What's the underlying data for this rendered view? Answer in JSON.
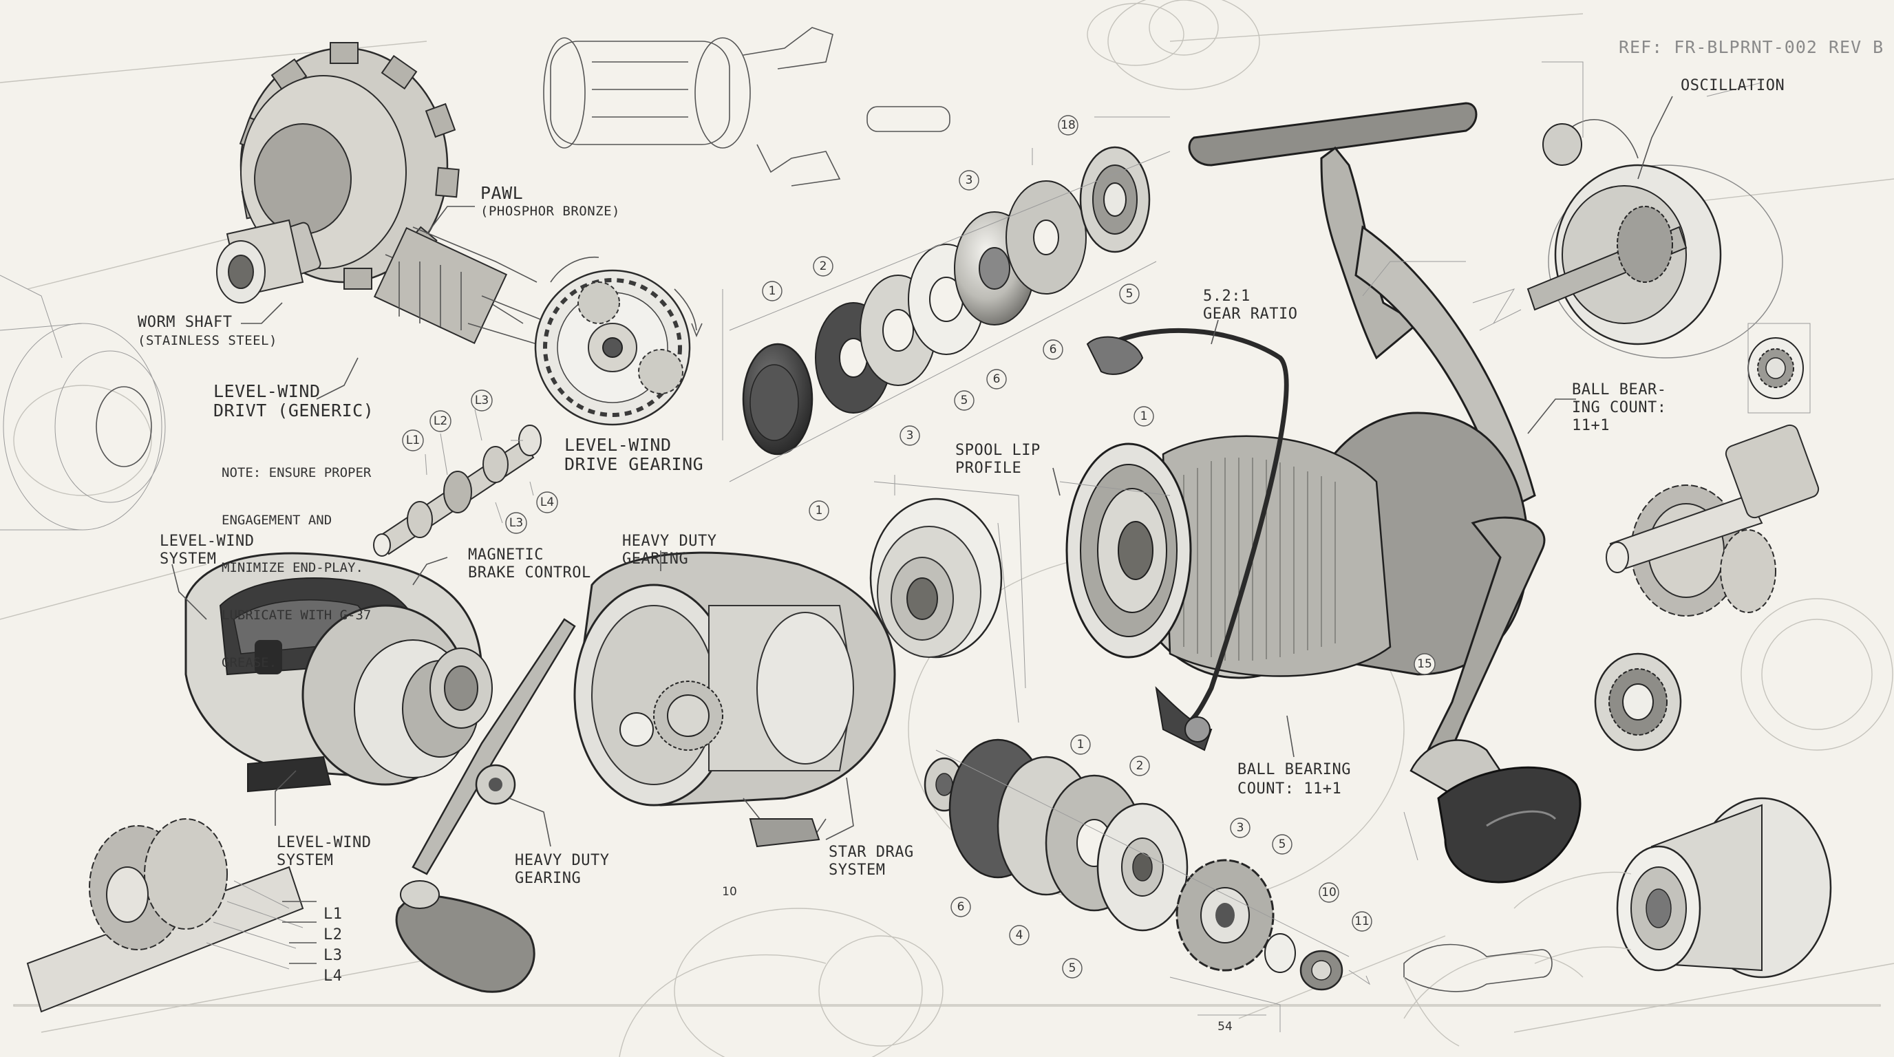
{
  "reference": "REF: FR-BLPRNT-002 REV B",
  "labels": {
    "pawl": "PAWL",
    "pawl_material": "(PHOSPHOR BRONZE)",
    "worm_shaft": "WORM SHAFT",
    "worm_shaft_material": "(STAINLESS STEEL)",
    "level_wind_drive_1": "LEVEL-WIND",
    "level_wind_drive_2": "DRIVT (GENERIC)",
    "level_wind_gearing_1": "LEVEL-WIND",
    "level_wind_gearing_2": "DRIVE GEARING",
    "level_wind_system_top_1": "LEVEL-WIND",
    "level_wind_system_top_2": "SYSTEM",
    "magnetic_brake_1": "MAGNETIC",
    "magnetic_brake_2": "BRAKE CONTROL",
    "heavy_duty_top_1": "HEAVY DUTY",
    "heavy_duty_top_2": "GEARING",
    "level_wind_system_bottom_1": "LEVEL-WIND",
    "level_wind_system_bottom_2": "SYSTEM",
    "heavy_duty_bottom_1": "HEAVY DUTY",
    "heavy_duty_bottom_2": "GEARING",
    "star_drag_1": "STAR DRAG",
    "star_drag_2": "SYSTEM",
    "spool_lip_1": "SPOOL LIP",
    "spool_lip_2": "PROFILE",
    "gear_ratio_1": "5.2:1",
    "gear_ratio_2": "GEAR RATIO",
    "oscillation": "OSCILLATION",
    "ball_bearing_right_1": "BALL BEAR-",
    "ball_bearing_right_2": "ING COUNT:",
    "ball_bearing_right_3": "11+1",
    "ball_bearing_bottom_1": "BALL BEARING",
    "ball_bearing_bottom_2": "COUNT: 11+1"
  },
  "note": {
    "line1": "NOTE: ENSURE PROPER",
    "line2": "ENGAGEMENT AND",
    "line3": "MINIMIZE END-PLAY.",
    "line4": "LUBRICATE WITH G-37",
    "line5": "GREASE."
  },
  "legend_left": [
    "L1",
    "L2",
    "L3",
    "L4"
  ],
  "small_shaft_labels": [
    "L1",
    "L2",
    "L3",
    "L3",
    "L4"
  ],
  "callouts_top_stack": [
    "1",
    "2",
    "3",
    "18",
    "5",
    "6",
    "6",
    "5",
    "3"
  ],
  "callouts_middle": [
    "1",
    "1",
    "15"
  ],
  "callouts_bottom_stack": [
    "1",
    "2",
    "3",
    "5",
    "6",
    "4",
    "5",
    "10",
    "11"
  ],
  "dimension_marks": [
    "10",
    "54"
  ]
}
